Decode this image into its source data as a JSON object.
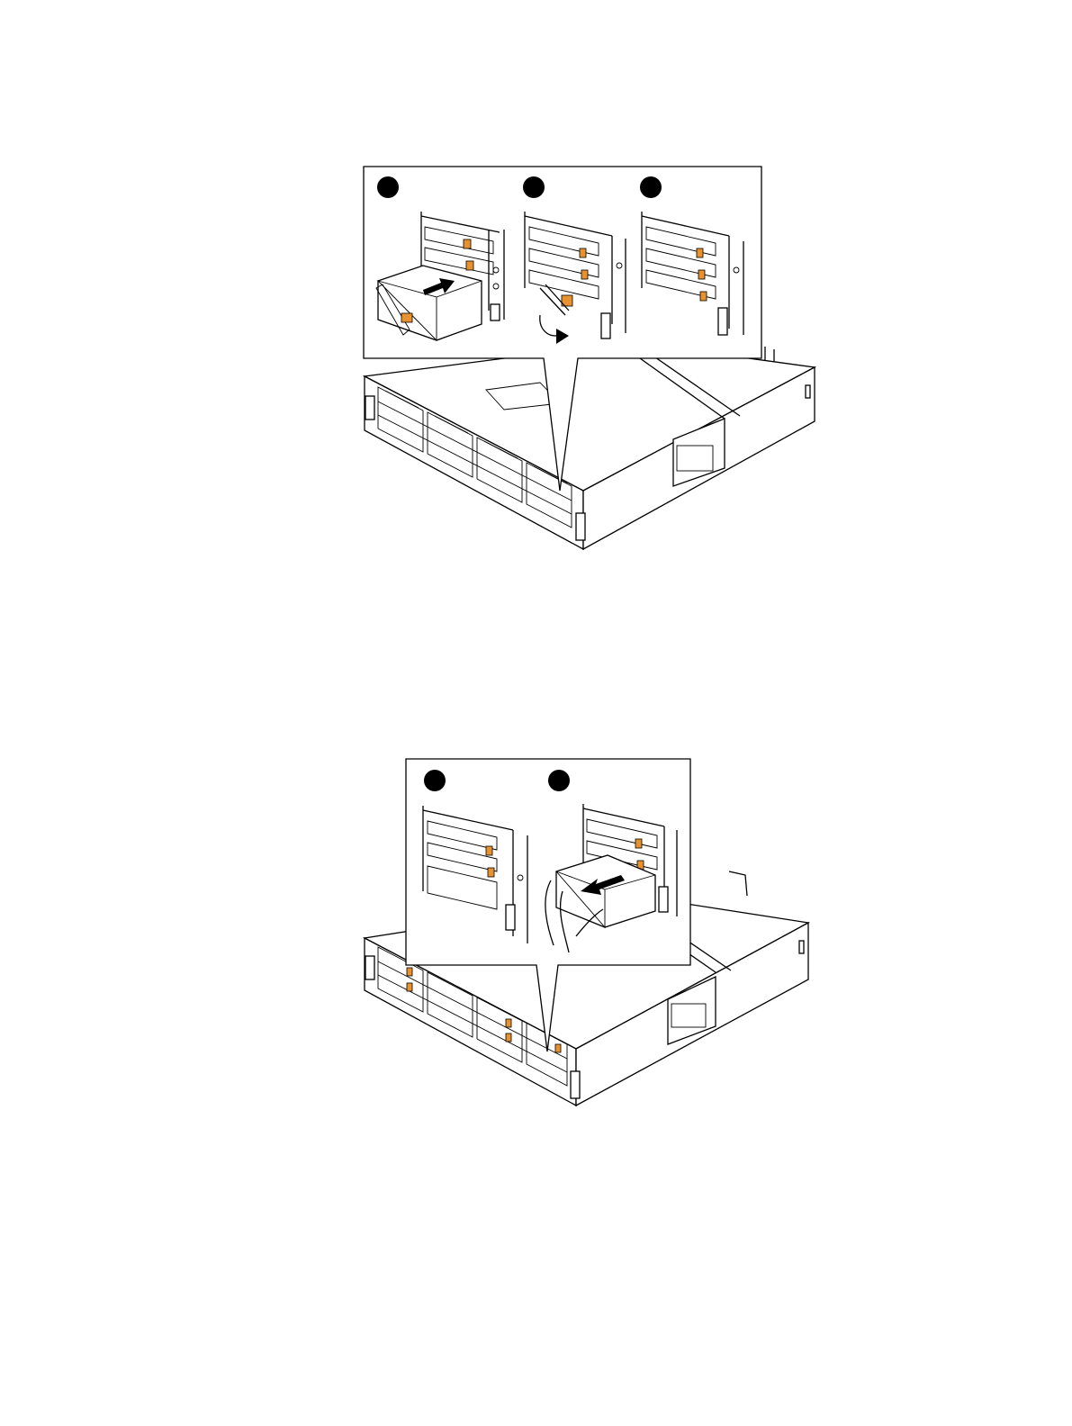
{
  "colors": {
    "line": "#000000",
    "background": "#ffffff",
    "latch_accent": "#e8922f"
  },
  "figures": [
    {
      "id": "install-drive",
      "steps": 3,
      "icons": [
        "step-1-marker",
        "step-2-marker",
        "step-3-marker",
        "push-arrow-icon",
        "rotate-arrow-icon"
      ]
    },
    {
      "id": "remove-filler",
      "steps": 2,
      "icons": [
        "step-1-marker",
        "step-2-marker",
        "pull-arrow-icon",
        "hand-icon"
      ]
    }
  ]
}
